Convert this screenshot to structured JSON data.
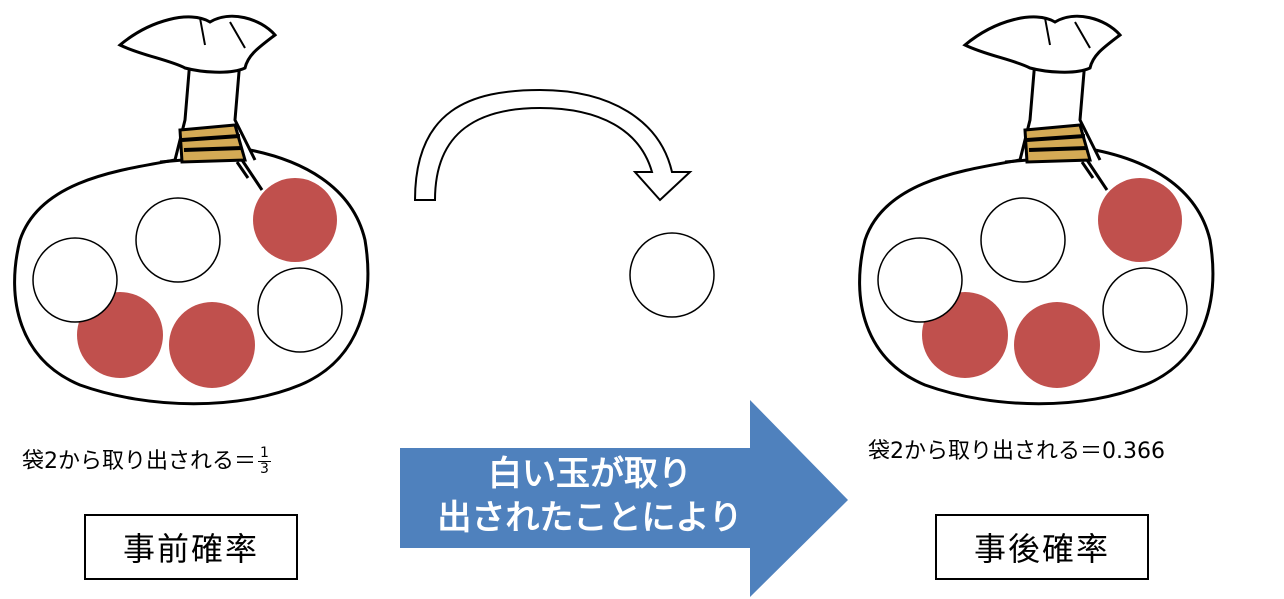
{
  "left": {
    "prob_text": "袋2から取り出される＝",
    "prob_numerator": "1",
    "prob_denominator": "3",
    "box_label": "事前確率"
  },
  "right": {
    "prob_text": "袋2から取り出される＝0.366",
    "box_label": "事後確率"
  },
  "arrow": {
    "line1": "白い玉が取り",
    "line2": "出されたことにより"
  },
  "colors": {
    "red_ball": "#c0504d",
    "white_ball": "#ffffff",
    "arrow_fill": "#4f81bd",
    "tie": "#d4aa55"
  }
}
